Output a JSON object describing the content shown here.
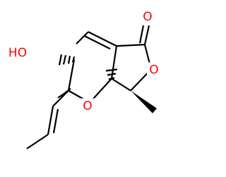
{
  "molecule": {
    "atoms": {
      "carbonyl_oxygen": {
        "symbol": "O",
        "color": "#ff0000"
      },
      "hydroxyl": {
        "symbol": "HO",
        "color": "#ff0000"
      },
      "lactone_ring_oxygen": {
        "symbol": "O",
        "color": "#ff0000"
      },
      "pyran_ring_oxygen": {
        "symbol": "O",
        "color": "#ff0000"
      }
    },
    "bond_color": "#000000",
    "stereo_style": [
      "wedge",
      "hashed-wedge"
    ]
  }
}
